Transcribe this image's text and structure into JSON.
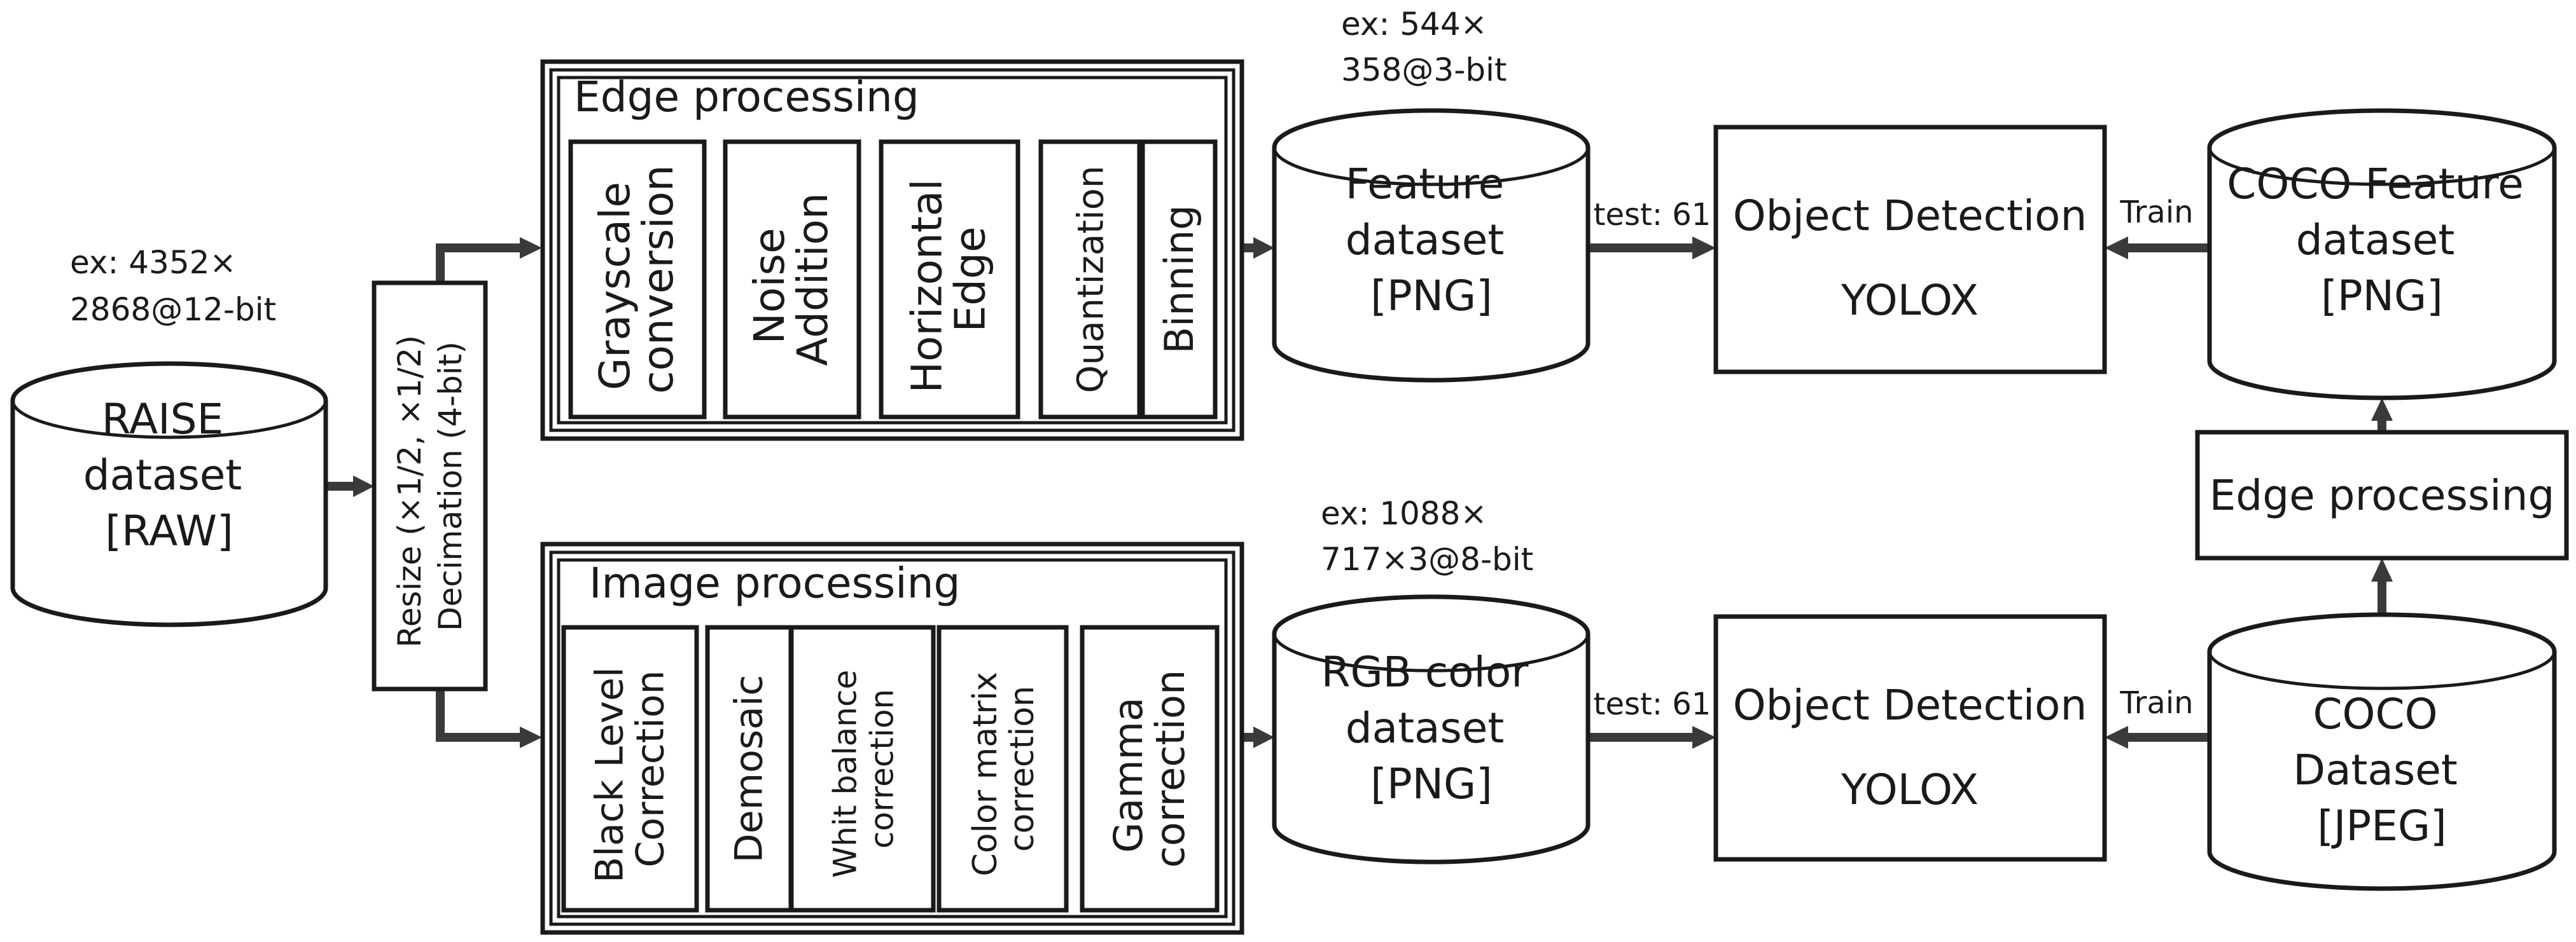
{
  "raise": {
    "lines": [
      "RAISE",
      "dataset",
      "[RAW]"
    ],
    "note": [
      "ex: 4352×",
      "2868@12-bit"
    ]
  },
  "resize": {
    "lines": [
      "Resize (×1/2, ×1/2)",
      "Decimation (4-bit)"
    ]
  },
  "edge_group": {
    "title": "Edge processing",
    "steps": [
      {
        "lines": [
          "Grayscale",
          "conversion"
        ]
      },
      {
        "lines": [
          "Noise",
          "Addition"
        ]
      },
      {
        "lines": [
          "Horizontal",
          "Edge"
        ]
      },
      {
        "lines": [
          "Quantization"
        ]
      },
      {
        "lines": [
          "Binning"
        ]
      }
    ]
  },
  "image_group": {
    "title": "Image processing",
    "steps": [
      {
        "lines": [
          "Black Level",
          "Correction"
        ]
      },
      {
        "lines": [
          "Demosaic"
        ]
      },
      {
        "lines": [
          "Whit balance",
          "correction"
        ]
      },
      {
        "lines": [
          "Color matrix",
          "correction"
        ]
      },
      {
        "lines": [
          "Gamma",
          "correction"
        ]
      }
    ]
  },
  "feature_db": {
    "lines": [
      "Feature",
      "dataset",
      "[PNG]"
    ],
    "note": [
      "ex: 544×",
      "358@3-bit"
    ]
  },
  "rgb_db": {
    "lines": [
      "RGB color",
      "dataset",
      "[PNG]"
    ],
    "note": [
      "ex: 1088×",
      "717×3@8-bit"
    ]
  },
  "detector_top": {
    "lines": [
      "Object Detection",
      "YOLOX"
    ]
  },
  "detector_bottom": {
    "lines": [
      "Object Detection",
      "YOLOX"
    ]
  },
  "test_top": "test: 61",
  "test_bottom": "test: 61",
  "coco_feature_db": {
    "lines": [
      "COCO Feature",
      "dataset",
      "[PNG]"
    ]
  },
  "coco_db": {
    "lines": [
      "COCO",
      "Dataset",
      "[JPEG]"
    ]
  },
  "coco_edge": {
    "label": "Edge processing"
  },
  "train_top": "Train",
  "train_bottom": "Train"
}
